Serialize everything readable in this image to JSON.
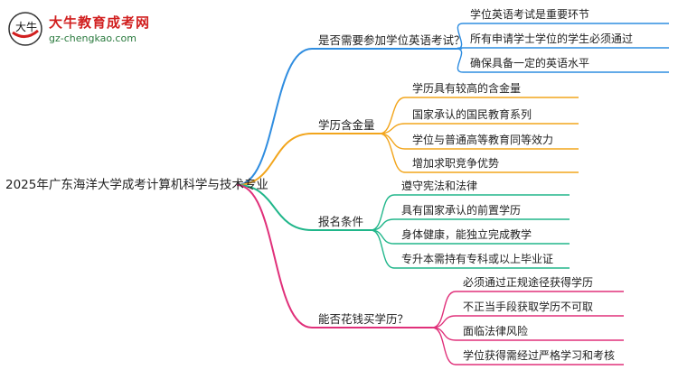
{
  "logo": {
    "badge_text": "大牛",
    "brand": "大牛教育成考网",
    "site": "gz-chengkao.com"
  },
  "root": "2025年广东海洋大学成考计算机科学与技术专业",
  "branches": [
    {
      "label": "是否需要参加学位英语考试？",
      "color": "#2f8de0",
      "children": [
        "学位英语考试是重要环节",
        "所有申请学士学位的学生必须通过",
        "确保具备一定的英语水平"
      ]
    },
    {
      "label": "学历含金量",
      "color": "#f2a51c",
      "children": [
        "学历具有较高的含金量",
        "国家承认的国民教育系列",
        "学位与普通高等教育同等效力",
        "增加求职竞争优势"
      ]
    },
    {
      "label": "报名条件",
      "color": "#20b68a",
      "children": [
        "遵守宪法和法律",
        "具有国家承认的前置学历",
        "身体健康，能独立完成教学",
        "专升本需持有专科或以上毕业证"
      ]
    },
    {
      "label": "能否花钱买学历？",
      "color": "#e0307a",
      "children": [
        "必须通过正规途径获得学历",
        "不正当手段获取学历不可取",
        "面临法律风险",
        "学位获得需经过严格学习和考核"
      ]
    }
  ]
}
